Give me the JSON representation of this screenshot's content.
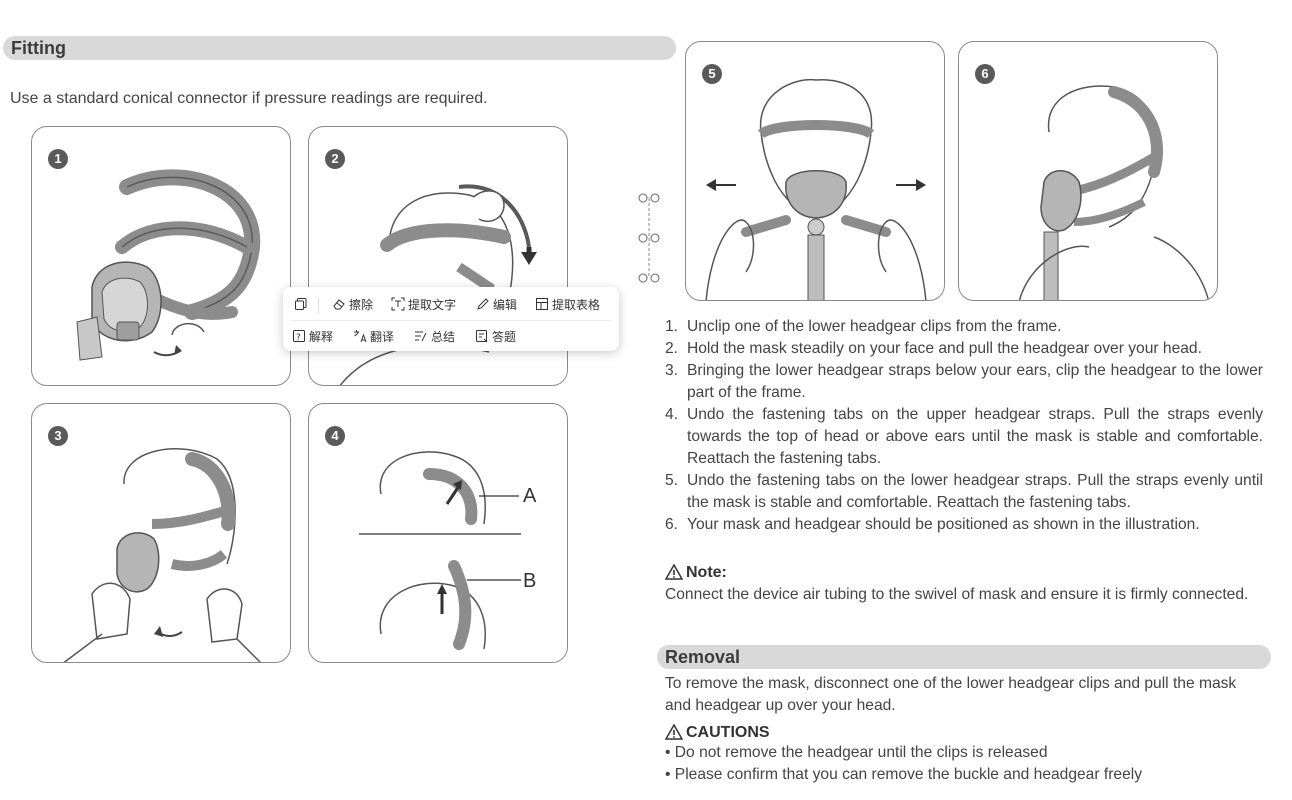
{
  "fitting": {
    "heading": "Fitting",
    "intro": "Use a standard conical connector if pressure readings are required."
  },
  "panels": [
    {
      "number": "1"
    },
    {
      "number": "2"
    },
    {
      "number": "3"
    },
    {
      "number": "4",
      "labels": [
        "A",
        "B"
      ]
    },
    {
      "number": "5"
    },
    {
      "number": "6"
    }
  ],
  "steps": [
    {
      "num": "1.",
      "text": "Unclip one of the lower headgear clips from the frame."
    },
    {
      "num": "2.",
      "text": "Hold the mask steadily on your face and pull the headgear over your head."
    },
    {
      "num": "3.",
      "text": "Bringing the lower headgear straps below your ears, clip the headgear to the lower part of the frame."
    },
    {
      "num": "4.",
      "text": "Undo the fastening tabs on the upper headgear straps. Pull the straps evenly towards the top of head or above ears until the mask is stable and comfortable. Reattach the fastening tabs."
    },
    {
      "num": "5.",
      "text": "Undo the fastening tabs on the lower headgear straps. Pull the straps evenly until the mask is stable and comfortable. Reattach the fastening tabs."
    },
    {
      "num": "6.",
      "text": "Your mask and headgear should be positioned as shown in the illustration."
    }
  ],
  "note": {
    "heading": "Note:",
    "text": "Connect the device air tubing to the swivel of mask and ensure it is firmly connected."
  },
  "removal": {
    "heading": "Removal",
    "text": "To remove the mask, disconnect one of the lower headgear clips and pull the mask and headgear up over your head."
  },
  "cautions": {
    "heading": "CAUTIONS",
    "items": [
      "Do not remove the headgear until the clips is released",
      "Please confirm that you can remove the buckle and headgear freely"
    ]
  },
  "context_menu": {
    "row1": [
      {
        "label": "",
        "icon": "copy-icon"
      },
      {
        "label": "擦除",
        "icon": "eraser-icon"
      },
      {
        "label": "提取文字",
        "icon": "extract-text-icon"
      },
      {
        "label": "编辑",
        "icon": "pencil-icon"
      },
      {
        "label": "提取表格",
        "icon": "table-icon"
      }
    ],
    "row2": [
      {
        "label": "解释",
        "icon": "explain-icon"
      },
      {
        "label": "翻译",
        "icon": "translate-icon"
      },
      {
        "label": "总结",
        "icon": "summary-icon"
      },
      {
        "label": "答题",
        "icon": "answer-icon"
      }
    ]
  },
  "colors": {
    "section_bar": "#d9d9d9",
    "badge": "#5a5a5a",
    "strap": "#8c8c8c",
    "line": "#6f6f6f"
  }
}
